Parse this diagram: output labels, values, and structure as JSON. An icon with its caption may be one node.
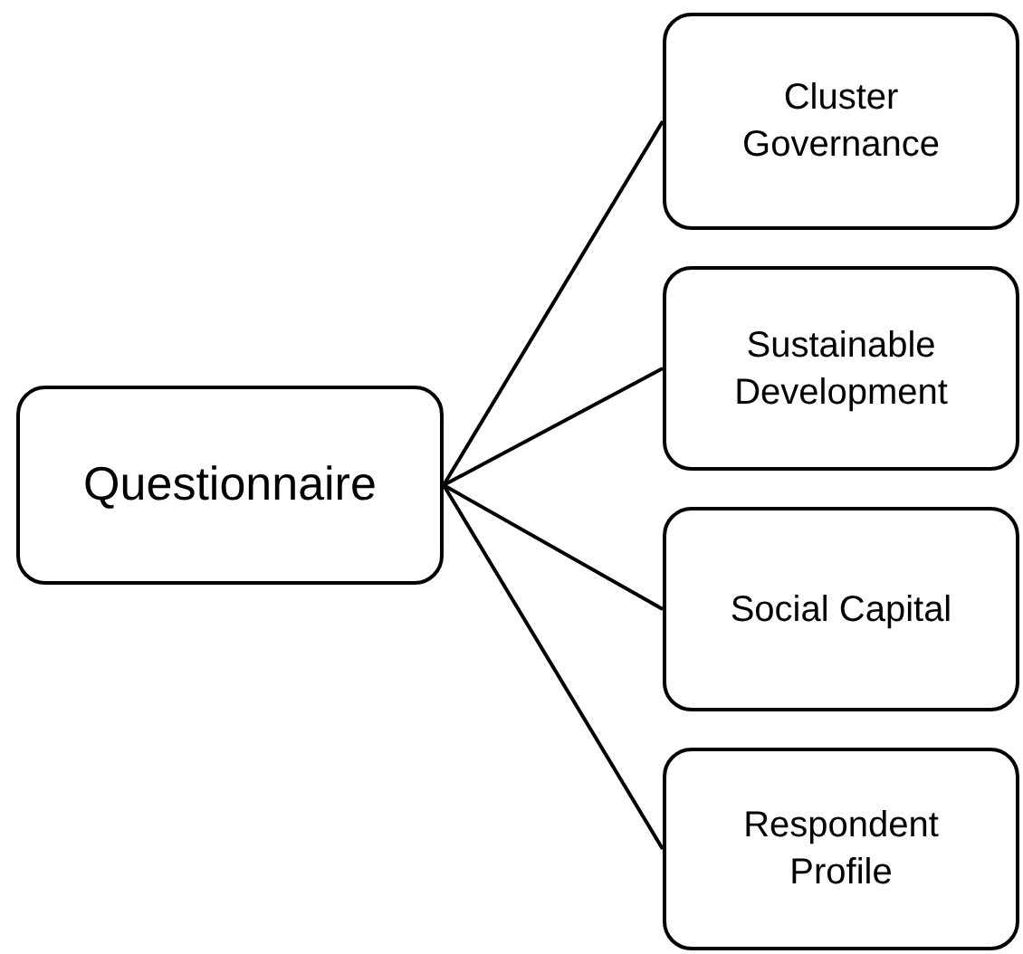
{
  "diagram": {
    "nodes": [
      {
        "text": [
          "Questionnaire"
        ]
      },
      {
        "text": [
          "Cluster Governance"
        ]
      },
      {
        "text": [
          "Sustainable Development"
        ]
      },
      {
        "text": [
          "Social Capital"
        ]
      },
      {
        "text": [
          "Respondent Profile"
        ]
      }
    ],
    "edges": [
      {
        "from": 0,
        "to": 1,
        "arrow": "none"
      },
      {
        "from": 0,
        "to": 2,
        "arrow": "none"
      },
      {
        "from": 0,
        "to": 3,
        "arrow": "none"
      },
      {
        "from": 0,
        "to": 4,
        "arrow": "none"
      }
    ]
  }
}
